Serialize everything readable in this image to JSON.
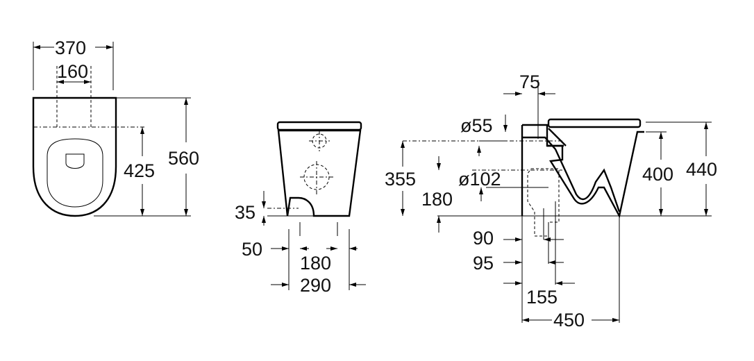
{
  "top_view": {
    "width_total": "370",
    "fixing_spacing": "160",
    "fixing_depth": "425",
    "depth_total": "560"
  },
  "front_view": {
    "inlet_height": "35",
    "inlet_offset": "50",
    "fixing_width": "180",
    "base_width": "290"
  },
  "side_view": {
    "outlet_offset": "75",
    "inlet_diameter": "ø55",
    "inlet_height": "355",
    "outlet_diameter": "ø102",
    "outlet_height": "180",
    "bowl_height": "400",
    "total_height": "440",
    "dim_90": "90",
    "dim_95": "95",
    "dim_155": "155",
    "depth": "450"
  }
}
